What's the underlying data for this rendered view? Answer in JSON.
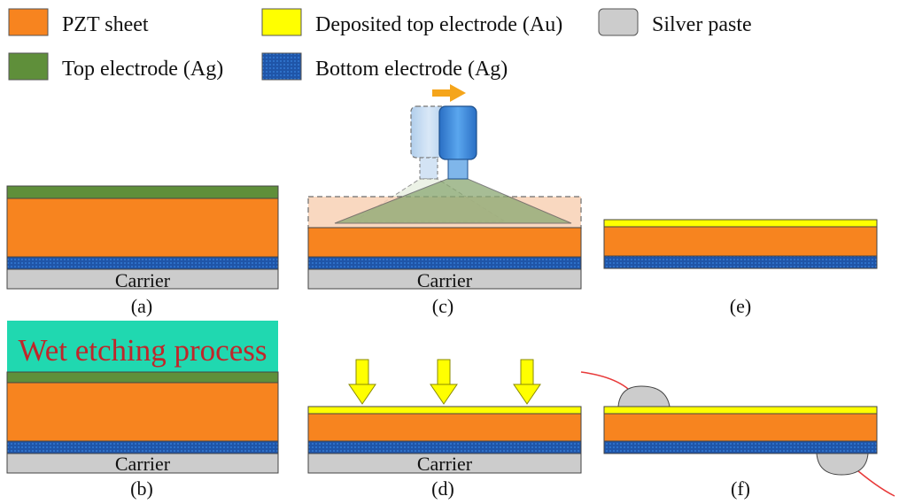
{
  "legend": [
    {
      "label": "PZT sheet",
      "color": "#f7841f"
    },
    {
      "label": "Deposited top electrode (Au)",
      "color": "#ffff00"
    },
    {
      "label": "Silver paste",
      "color": "#cccccc"
    },
    {
      "label": "Top electrode (Ag)",
      "color": "#5f8f3a"
    },
    {
      "label": "Bottom electrode (Ag)",
      "color": "#1f55a8"
    }
  ],
  "carrier_label": "Carrier",
  "panel_labels": [
    "(a)",
    "(b)",
    "(c)",
    "(d)",
    "(e)",
    "(f)"
  ],
  "wet_etching_text": "Wet etching process",
  "colors": {
    "pzt": "#f7841f",
    "au": "#ffff00",
    "ag_top": "#5f8f3a",
    "ag_bottom": "#1f55a8",
    "carrier": "#cccccc",
    "silver_paste": "#cccccc",
    "etch_band": "#20d8b0",
    "etch_text": "#c0262a",
    "arrow_yellow": "#ffff00",
    "arrow_orange": "#f5a51b",
    "nozzle": "#3b86d6",
    "wire": "#e83a3a"
  }
}
